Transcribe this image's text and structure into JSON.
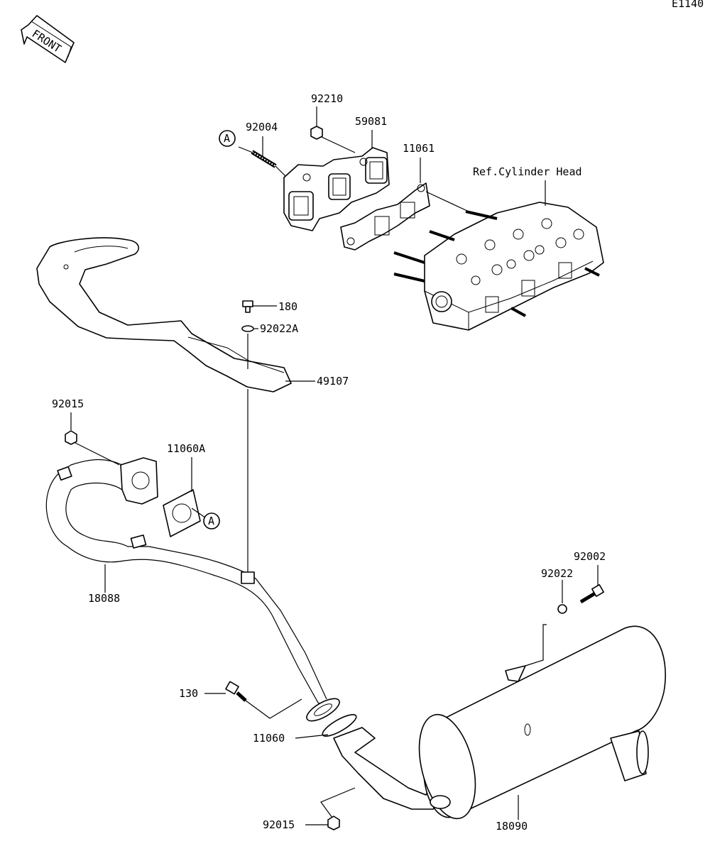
{
  "diagram_code": "E1140",
  "front_label": "FRONT",
  "reference_letter": "A",
  "callouts": {
    "p92210": "92210",
    "p92004": "92004",
    "p59081": "59081",
    "p11061": "11061",
    "ref_cylinder_head": "Ref.Cylinder Head",
    "p180": "180",
    "p92022A": "92022A",
    "p49107": "49107",
    "p92015_top": "92015",
    "p11060A": "11060A",
    "p18088": "18088",
    "p92002": "92002",
    "p92022": "92022",
    "p130": "130",
    "p11060": "11060",
    "p92015_bottom": "92015",
    "p18090": "18090"
  }
}
